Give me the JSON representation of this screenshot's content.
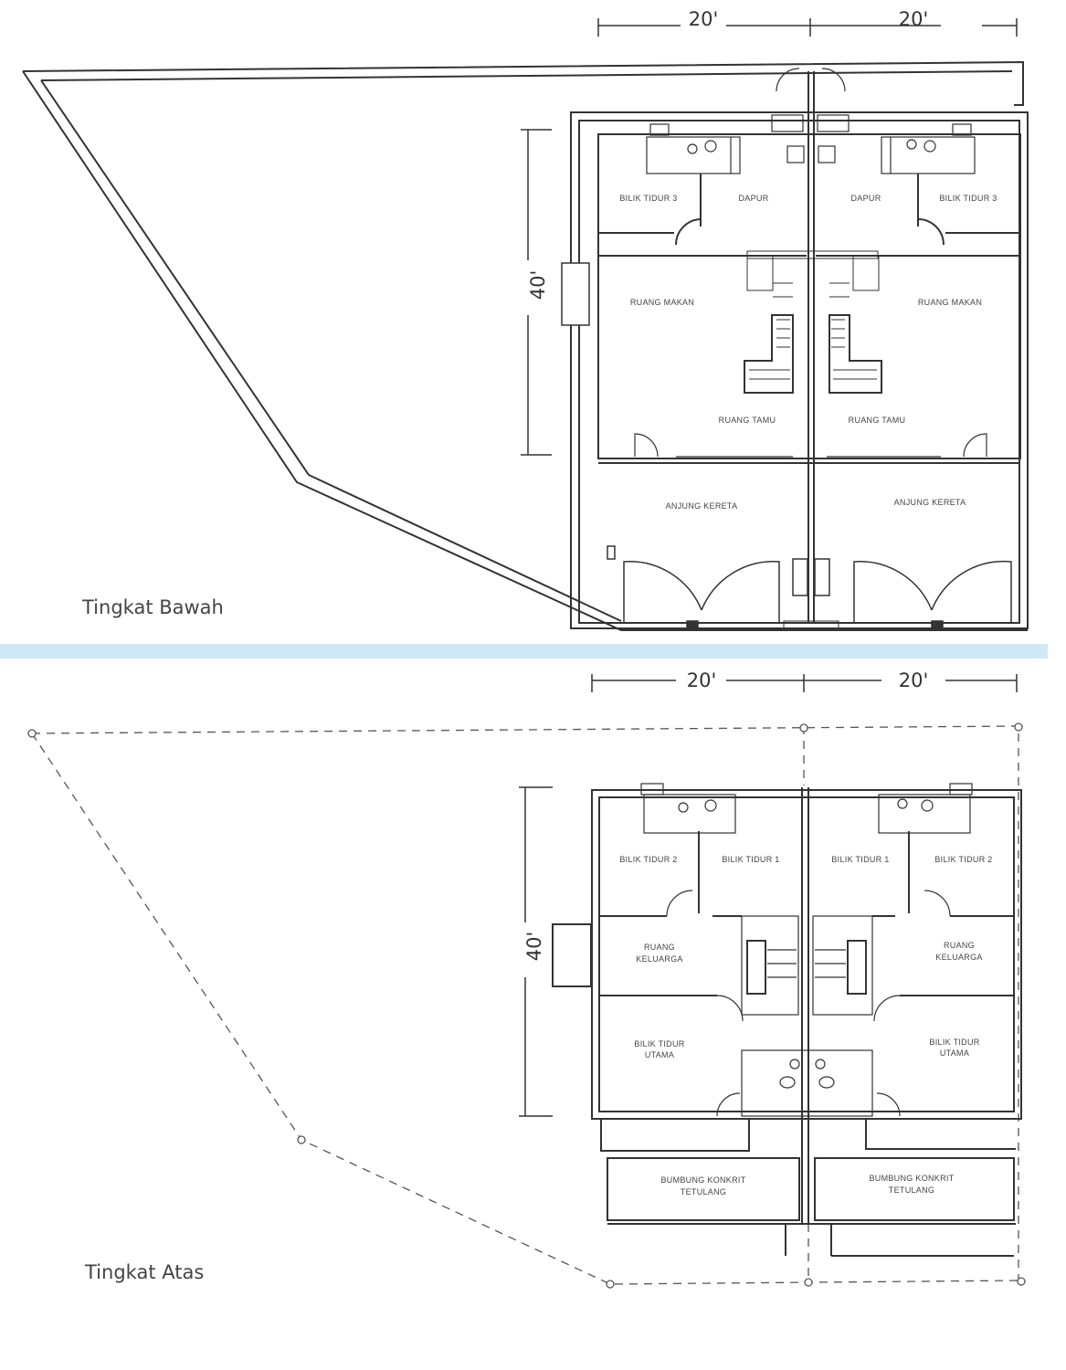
{
  "ground_floor": {
    "title": "Tingkat Bawah",
    "dims": {
      "width_left": "20'",
      "width_right": "20'",
      "depth": "40'"
    },
    "rooms": {
      "bilik_tidur_3": "BILIK TIDUR 3",
      "dapur": "DAPUR",
      "ruang_makan": "RUANG MAKAN",
      "ruang_tamu": "RUANG TAMU",
      "anjung_kereta": "ANJUNG KERETA"
    }
  },
  "upper_floor": {
    "title": "Tingkat Atas",
    "dims": {
      "width_left": "20'",
      "width_right": "20'",
      "depth": "40'"
    },
    "rooms": {
      "bilik_tidur_2": "BILIK TIDUR 2",
      "bilik_tidur_1": "BILIK TIDUR 1",
      "ruang": "RUANG",
      "keluarga": "KELUARGA",
      "bilik_tidur": "BILIK TIDUR",
      "utama": "UTAMA",
      "bumbung_konkrit": "BUMBUNG KONKRIT",
      "tetulang": "TETULANG"
    }
  },
  "colors": {
    "line": "#333333",
    "separator": "#cfe8f5",
    "background": "#ffffff"
  }
}
